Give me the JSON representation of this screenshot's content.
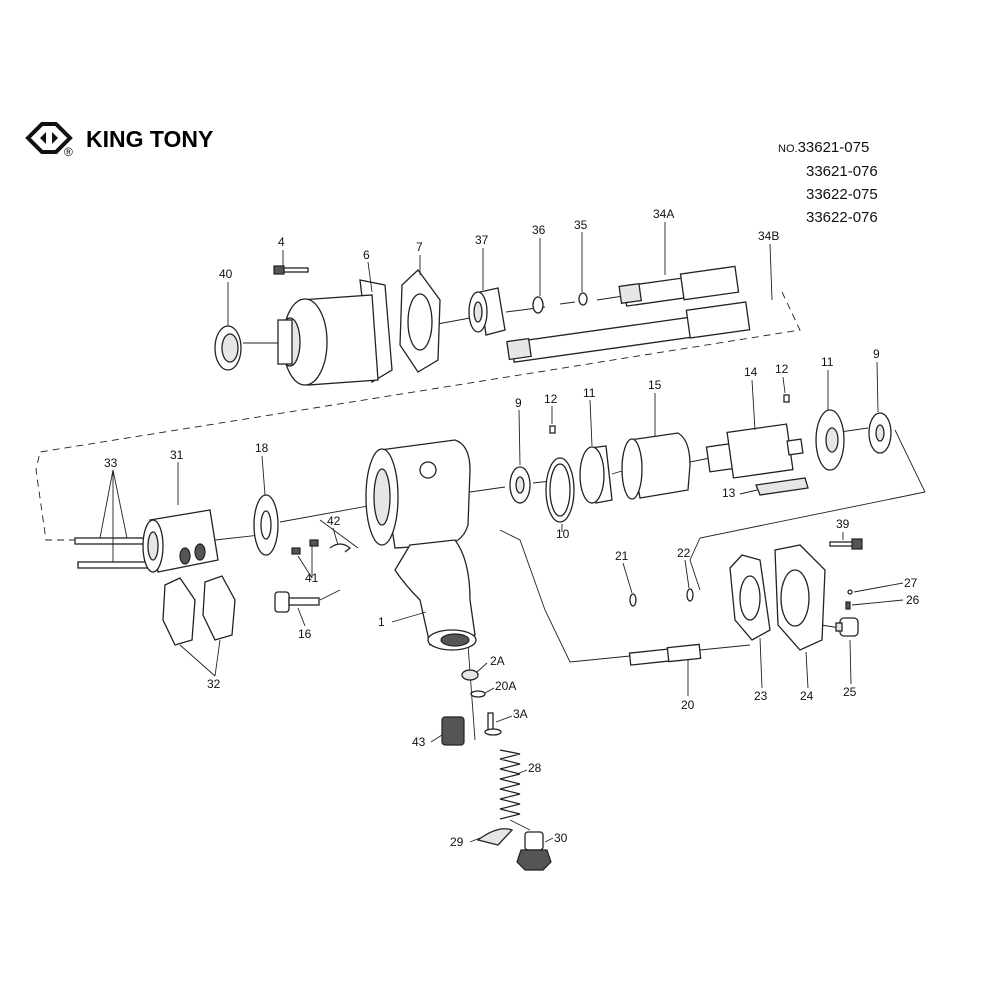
{
  "brand": {
    "name": "KING TONY",
    "registered_mark": "®"
  },
  "models": {
    "prefix": "NO.",
    "numbers": [
      "33621-075",
      "33621-076",
      "33622-075",
      "33622-076"
    ]
  },
  "parts": {
    "p1": "1",
    "p2A": "2A",
    "p3A": "3A",
    "p4": "4",
    "p6": "6",
    "p7": "7",
    "p9a": "9",
    "p9b": "9",
    "p10": "10",
    "p11a": "11",
    "p11b": "11",
    "p12a": "12",
    "p12b": "12",
    "p13": "13",
    "p14": "14",
    "p15": "15",
    "p16": "16",
    "p18": "18",
    "p20": "20",
    "p20A": "20A",
    "p21": "21",
    "p22": "22",
    "p23": "23",
    "p24": "24",
    "p25": "25",
    "p26": "26",
    "p27": "27",
    "p28": "28",
    "p29": "29",
    "p30": "30",
    "p31": "31",
    "p32": "32",
    "p33": "33",
    "p34A": "34A",
    "p34B": "34B",
    "p35": "35",
    "p36": "36",
    "p37": "37",
    "p39": "39",
    "p40": "40",
    "p41": "41",
    "p42": "42",
    "p43": "43"
  }
}
